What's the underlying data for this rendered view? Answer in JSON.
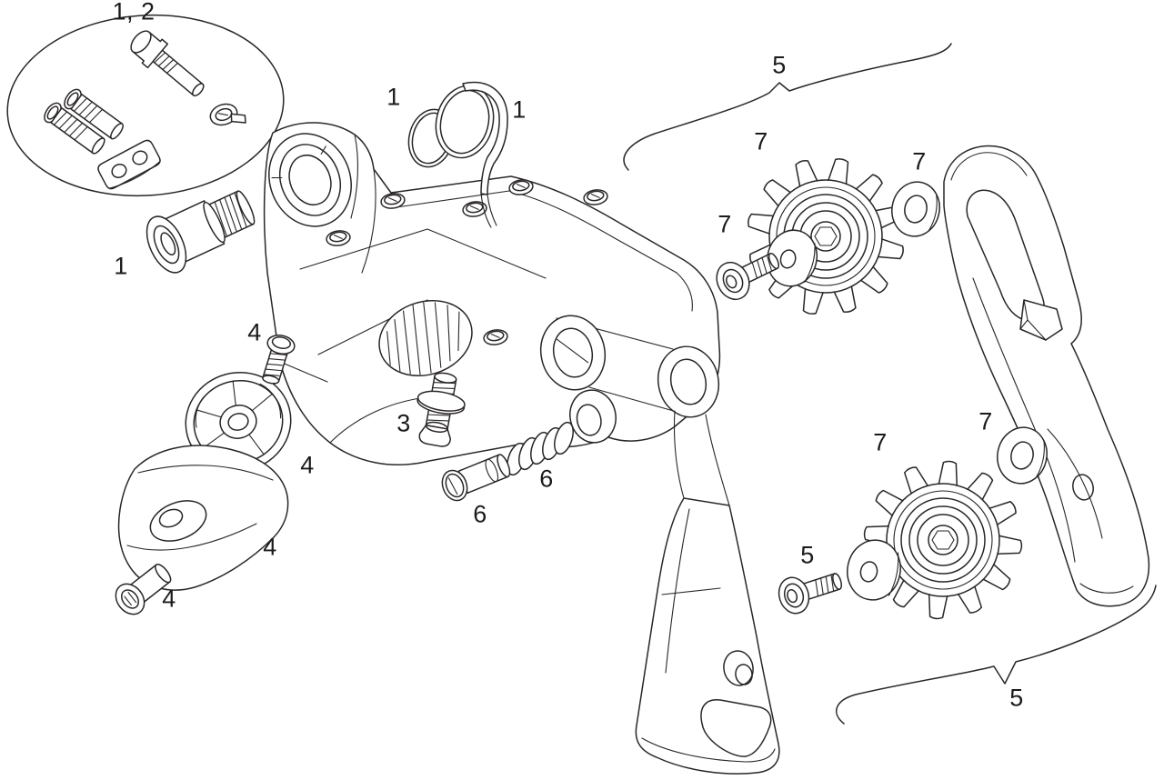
{
  "figure": {
    "kind": "exploded parts diagram",
    "subject": "rear derailleur assembly",
    "background_color": "#ffffff",
    "line_color": "#2a2627",
    "label_color": "#1c1a1b"
  },
  "callouts": [
    {
      "text": "1, 2",
      "target": "bolt-and-gauge-kit"
    },
    {
      "text": "1",
      "target": "o-ring"
    },
    {
      "text": "1",
      "target": "retainer-hook"
    },
    {
      "text": "1",
      "target": "b-knuckle-bolt"
    },
    {
      "text": "4",
      "target": "cover-screw-top"
    },
    {
      "text": "3",
      "target": "b-adjust-screw"
    },
    {
      "text": "4",
      "target": "clutch-cover-disc"
    },
    {
      "text": "6",
      "target": "coil-spring"
    },
    {
      "text": "6",
      "target": "plunger-pin"
    },
    {
      "text": "4",
      "target": "cage-lock-cover"
    },
    {
      "text": "4",
      "target": "cover-screw-bottom"
    },
    {
      "text": "5",
      "target": "cage-assembly-upper-brace"
    },
    {
      "text": "7",
      "target": "upper-pulley"
    },
    {
      "text": "7",
      "target": "upper-pulley-washer"
    },
    {
      "text": "7",
      "target": "upper-pulley-bolt"
    },
    {
      "text": "7",
      "target": "lower-pulley"
    },
    {
      "text": "7",
      "target": "lower-pulley-washer"
    },
    {
      "text": "5",
      "target": "lower-cage-bolt"
    },
    {
      "text": "5",
      "target": "cage-assembly-lower-brace"
    }
  ]
}
